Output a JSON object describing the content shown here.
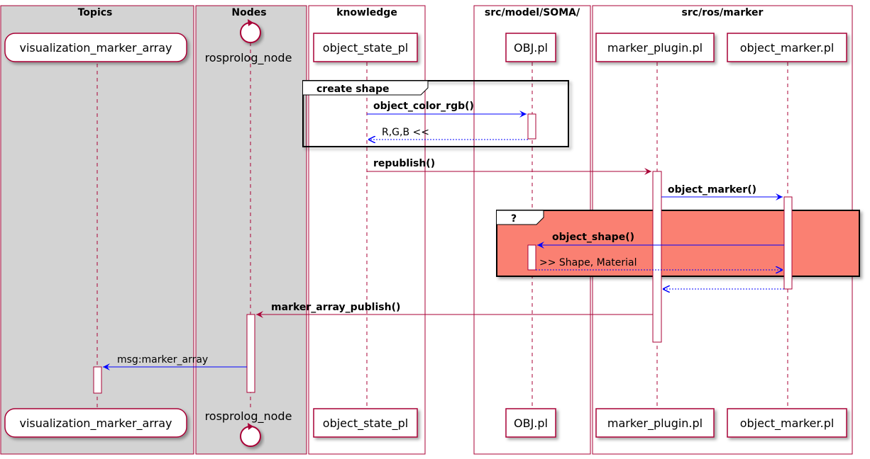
{
  "boxes": {
    "topics": "Topics",
    "nodes": "Nodes",
    "knowledge": "knowledge",
    "soma": "src/model/SOMA/",
    "ros_marker": "src/ros/marker"
  },
  "participants": {
    "viz_topic": "visualization_marker_array",
    "rosprolog_node": "rosprolog_node",
    "object_state": "object_state_pl",
    "obj_pl": "OBJ.pl",
    "marker_plugin": "marker_plugin.pl",
    "object_marker": "object_marker.pl"
  },
  "frames": {
    "create_shape": "create shape",
    "optional": "?"
  },
  "messages": {
    "object_color_rgb": "object_color_rgb()",
    "rgb_return": "R,G,B <<",
    "republish": "republish()",
    "object_marker": "object_marker()",
    "object_shape": "object_shape()",
    "shape_material": ">> Shape, Material",
    "marker_array_publish": "marker_array_publish()",
    "msg_marker_array": "msg:marker_array"
  },
  "colors": {
    "border": "#A80036",
    "call_blue": "#0000FF",
    "box_grey": "#D3D3D3",
    "optional_fill": "#FA8072"
  }
}
